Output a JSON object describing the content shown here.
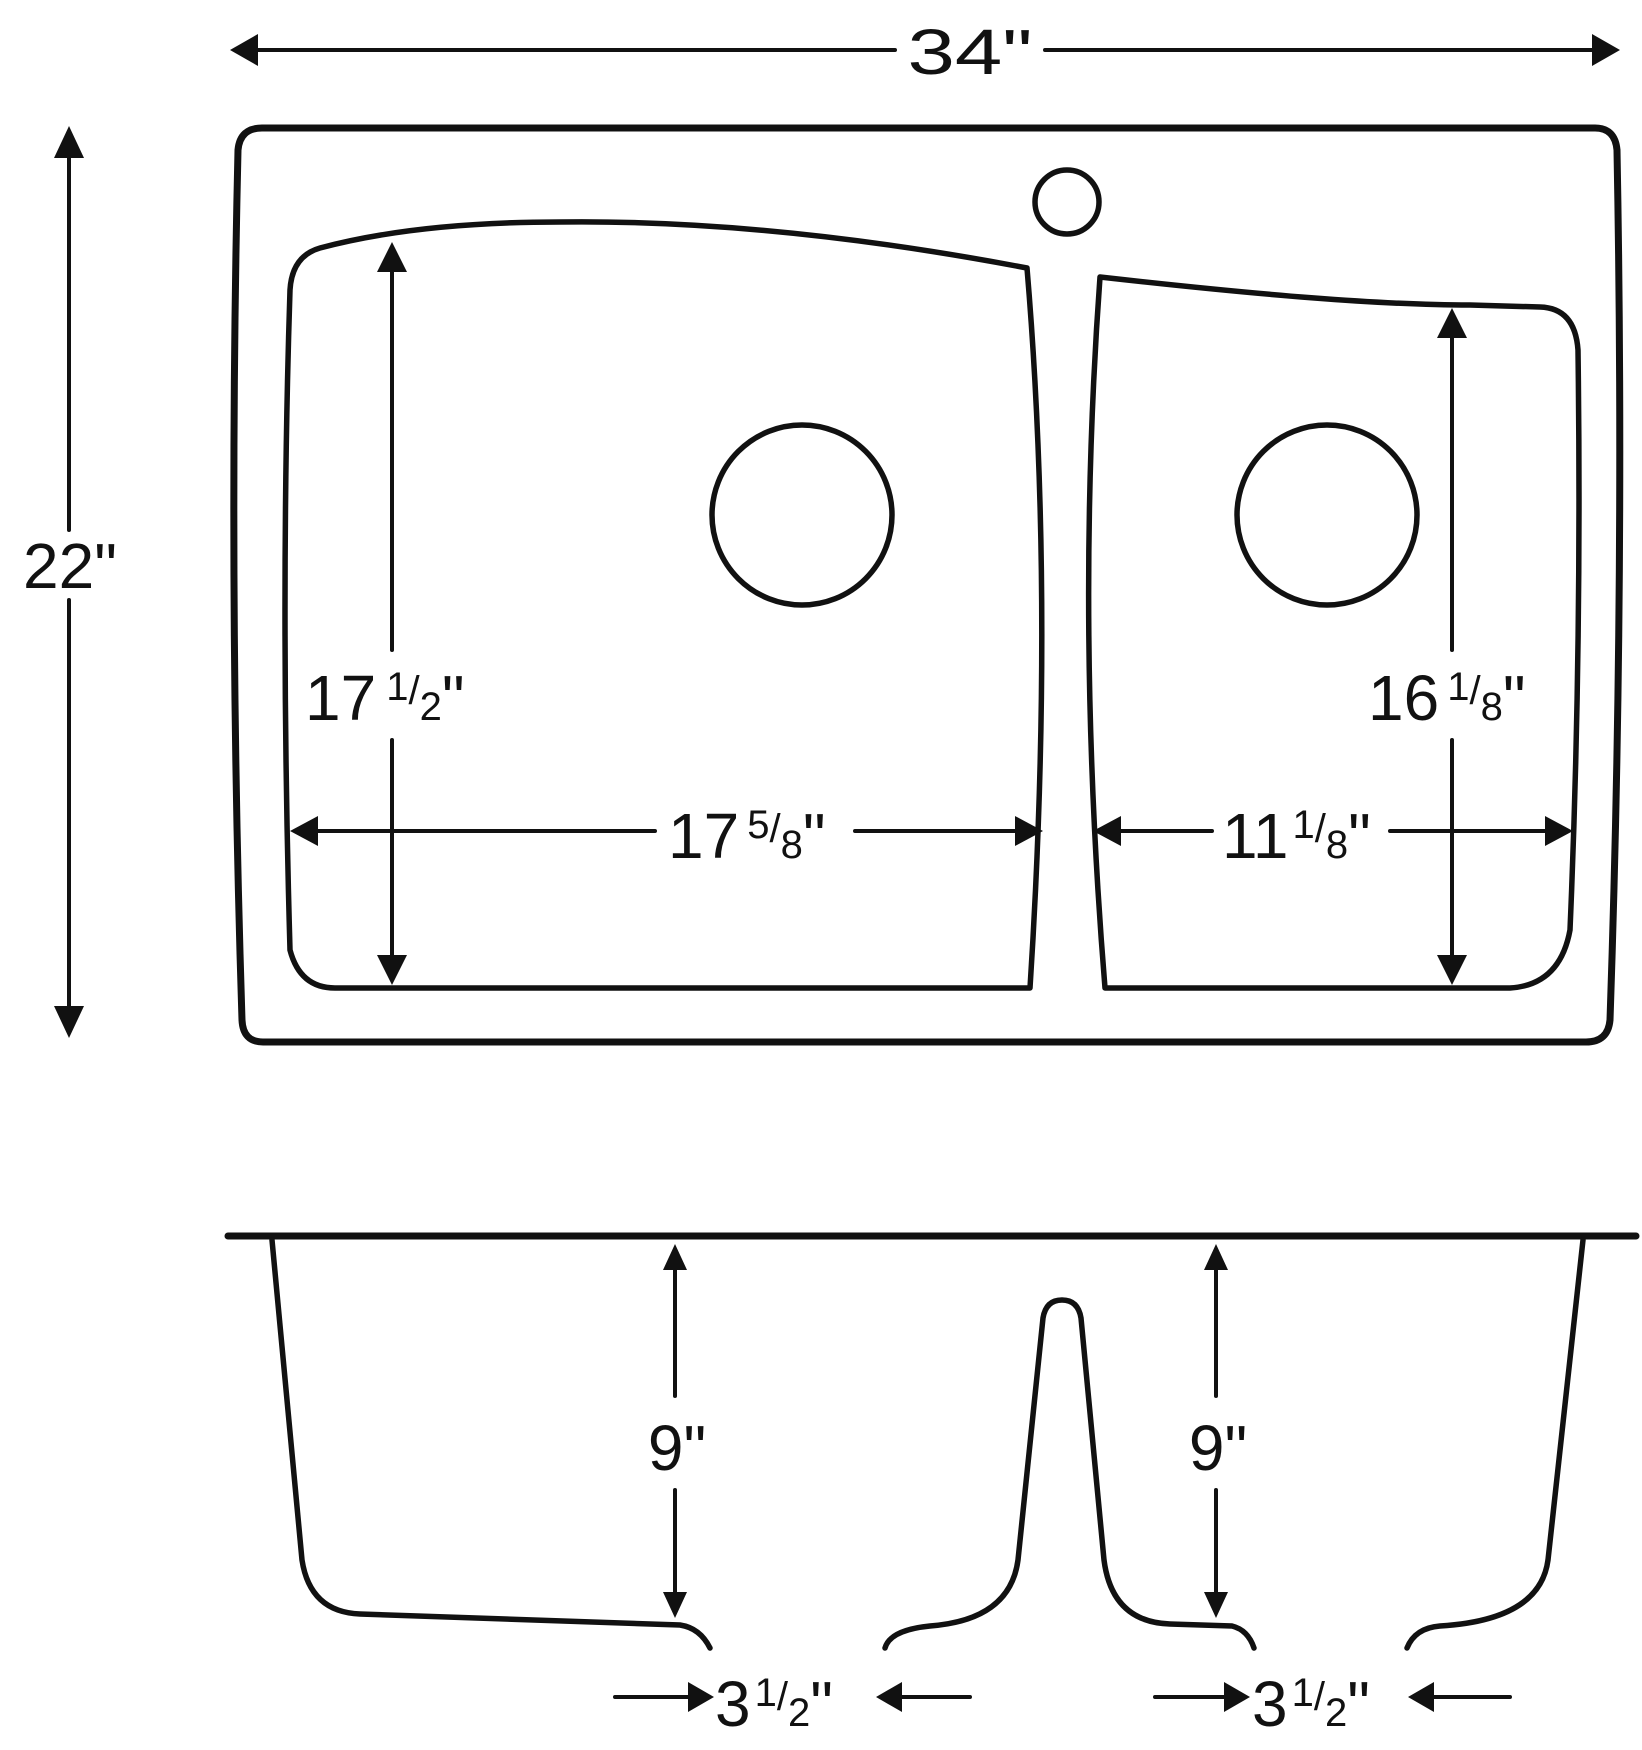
{
  "diagram": {
    "title": "Double bowl kitchen sink dimension drawing",
    "colors": {
      "line": "#111111",
      "background": "#ffffff"
    },
    "top_view": {
      "overall_width": {
        "whole": "34",
        "unit": "\"",
        "label": "34\""
      },
      "overall_depth": {
        "whole": "22",
        "unit": "\"",
        "label": "22\""
      },
      "left_bowl": {
        "depth": {
          "whole": "17",
          "num": "1",
          "den": "2",
          "unit": "\"",
          "label": "17 1/2\""
        },
        "width": {
          "whole": "17",
          "num": "5",
          "den": "8",
          "unit": "\"",
          "label": "17 5/8\""
        },
        "drain": "drain-circle"
      },
      "right_bowl": {
        "depth": {
          "whole": "16",
          "num": "1",
          "den": "8",
          "unit": "\"",
          "label": "16 1/8\""
        },
        "width": {
          "whole": "11",
          "num": "1",
          "den": "8",
          "unit": "\"",
          "label": "11 1/8\""
        },
        "drain": "drain-circle"
      },
      "faucet_hole": "faucet-hole-circle"
    },
    "side_view": {
      "left_bowl_depth": {
        "whole": "9",
        "unit": "\"",
        "label": "9\""
      },
      "right_bowl_depth": {
        "whole": "9",
        "unit": "\"",
        "label": "9\""
      },
      "left_drain_opening": {
        "whole": "3",
        "num": "1",
        "den": "2",
        "unit": "\"",
        "label": "3 1/2\""
      },
      "right_drain_opening": {
        "whole": "3",
        "num": "1",
        "den": "2",
        "unit": "\"",
        "label": "3 1/2\""
      }
    }
  }
}
